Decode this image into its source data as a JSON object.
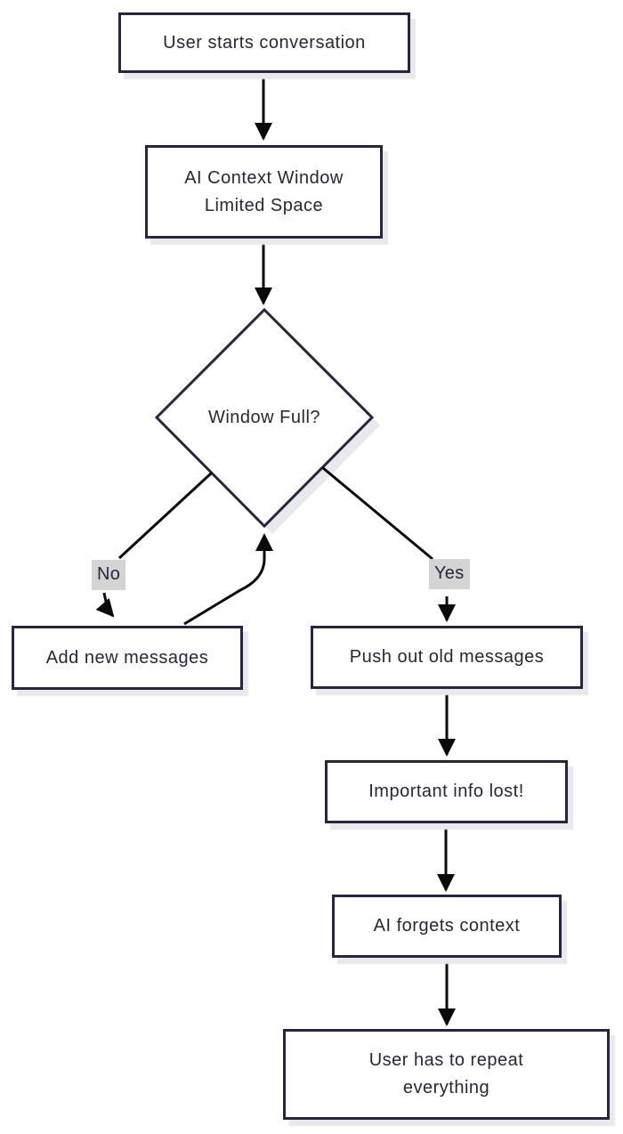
{
  "flowchart": {
    "nodes": {
      "start": {
        "label": "User starts conversation",
        "shape": "rect"
      },
      "context_window": {
        "label": "AI Context Window\nLimited Space",
        "shape": "rect"
      },
      "window_full": {
        "label": "Window Full?",
        "shape": "diamond"
      },
      "add_messages": {
        "label": "Add new messages",
        "shape": "rect"
      },
      "push_out": {
        "label": "Push out old messages",
        "shape": "rect"
      },
      "info_lost": {
        "label": "Important info lost!",
        "shape": "rect"
      },
      "forgets": {
        "label": "AI forgets context",
        "shape": "rect"
      },
      "repeat": {
        "label": "User has to repeat\neverything",
        "shape": "rect"
      }
    },
    "edges": [
      {
        "from": "start",
        "to": "context_window"
      },
      {
        "from": "context_window",
        "to": "window_full"
      },
      {
        "from": "window_full",
        "to": "add_messages",
        "label": "No"
      },
      {
        "from": "add_messages",
        "to": "window_full"
      },
      {
        "from": "window_full",
        "to": "push_out",
        "label": "Yes"
      },
      {
        "from": "push_out",
        "to": "info_lost"
      },
      {
        "from": "info_lost",
        "to": "forgets"
      },
      {
        "from": "forgets",
        "to": "repeat"
      }
    ],
    "edge_labels": {
      "no": "No",
      "yes": "Yes"
    },
    "colors": {
      "background": "#ffffff",
      "node_fill": "#ffffff",
      "node_border": "#262640",
      "text": "#26263c",
      "arrow": "#0a0a0a",
      "edge_label_bg": "#d4d4d4",
      "shadow": "#e9e9ed"
    }
  }
}
